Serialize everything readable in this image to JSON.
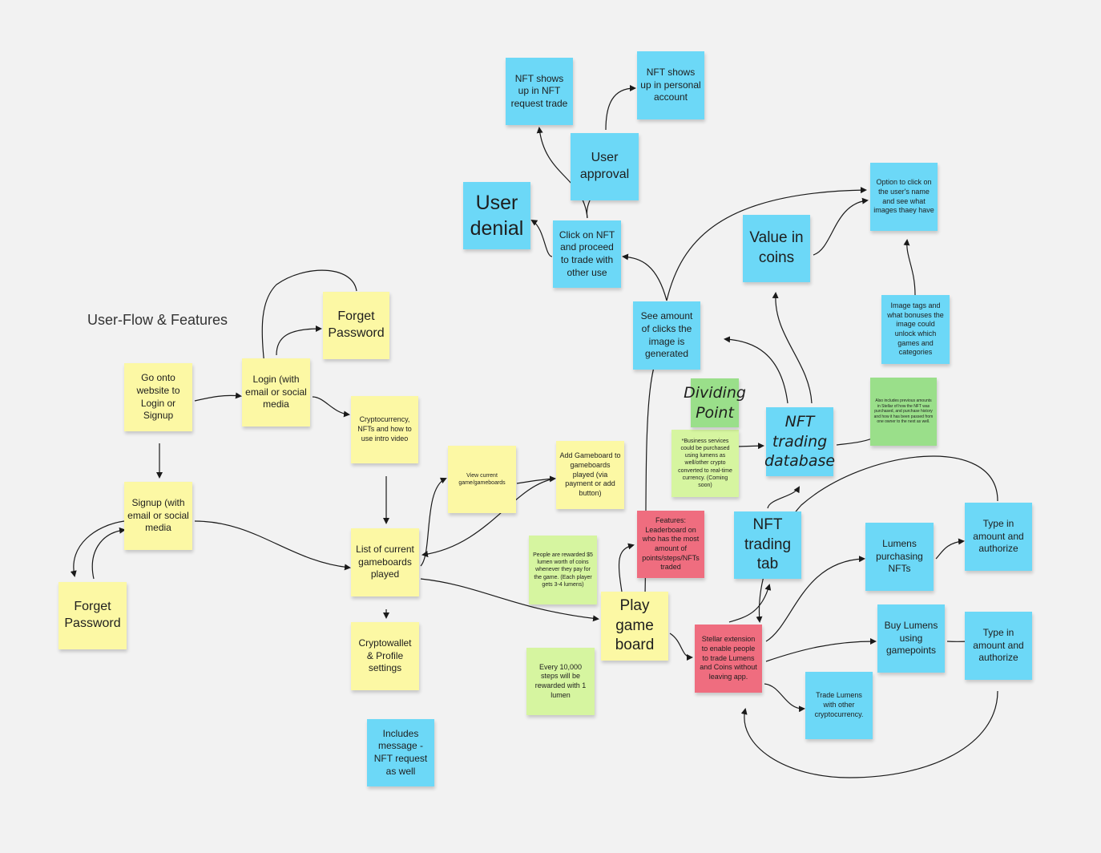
{
  "board": {
    "title": "User-Flow & Features"
  },
  "notes": {
    "go_onto_website": "Go onto website to Login or Signup",
    "login": "Login (with email or social media",
    "forget_password_top": "Forget Password",
    "signup": "Signup (with email or social media",
    "forget_password_bottom": "Forget Password",
    "crypto_intro": "Cryptocurrency, NFTs and how to use intro video",
    "list_gameboards": "List of current gameboards played",
    "cryptowallet": "Cryptowallet & Profile settings",
    "includes_message": "Includes message - NFT request as well",
    "view_gameboards": "View current game/gameboards",
    "add_gameboard": "Add Gameboard to gameboards played (via payment or add button)",
    "people_rewarded": "People are rewarded $5 lumen worth of coins whenever they pay for the game. (Each player gets 3-4 lumens)",
    "every_10000": "Every 10,000 steps will be rewarded with 1 lumen",
    "features_leaderboard": "Features: Leaderboard on who has the most amount of points/steps/NFTs traded",
    "play_game_board": "Play game board",
    "business_services": "*Business services could be purchased using lumens as well/other crypto converted to real-time currency. (Coming soon)",
    "dividing_point": "Dividing Point",
    "nft_trading_database": "NFT trading database",
    "nft_trading_tab": "NFT trading tab",
    "see_amount_clicks": "See amount of clicks the image is generated",
    "click_on_nft": "Click on NFT and proceed to trade with other use",
    "user_denial": "User denial",
    "user_approval": "User approval",
    "nft_shows_request": "NFT shows up in NFT request trade",
    "nft_shows_personal": "NFT shows up in personal account",
    "value_in_coins": "Value in coins",
    "option_to_click": "Option to click on the user's name and see what images thaey have",
    "image_tags": "Image tags and what bonuses the image could unlock which games and categories",
    "also_includes": "Also includes previous amounts in Stellar of how the NFT was purchased, and purchase history and how it has been passed from one owner to the next as well.",
    "stellar_extension": "Stellar extension to enable people to trade Lumens and Coins without leaving app.",
    "lumens_purchasing": "Lumens purchasing NFTs",
    "type_in_amount_top": "Type in amount and authorize",
    "buy_lumens": "Buy Lumens using gamepoints",
    "type_in_amount_bottom": "Type in amount and authorize",
    "trade_lumens": "Trade Lumens with other cryptocurrency."
  },
  "colors": {
    "yellow": "#fcf8a4",
    "blue": "#6cd8f7",
    "green": "#9adf8a",
    "lime": "#d6f5a0",
    "pink": "#ef6d7f",
    "background": "#f2f2f2"
  }
}
